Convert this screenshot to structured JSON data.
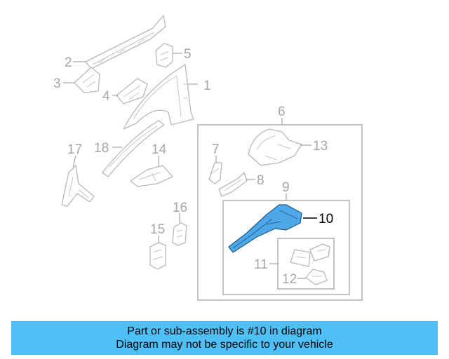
{
  "diagram": {
    "callouts": {
      "c1": "1",
      "c2": "2",
      "c3": "3",
      "c4": "4",
      "c5": "5",
      "c6": "6",
      "c7": "7",
      "c8": "8",
      "c9": "9",
      "c10": "10",
      "c11": "11",
      "c12": "12",
      "c13": "13",
      "c14": "14",
      "c15": "15",
      "c16": "16",
      "c17": "17",
      "c18": "18"
    },
    "highlighted_part": "10",
    "colors": {
      "highlight_fill": "#4ea8e8",
      "line_gray": "#b8b8b8",
      "banner": "#4ec0f5"
    }
  },
  "banner": {
    "line1": "Part or sub-assembly is #10 in diagram",
    "line2": "Diagram may not be specific to your vehicle"
  }
}
